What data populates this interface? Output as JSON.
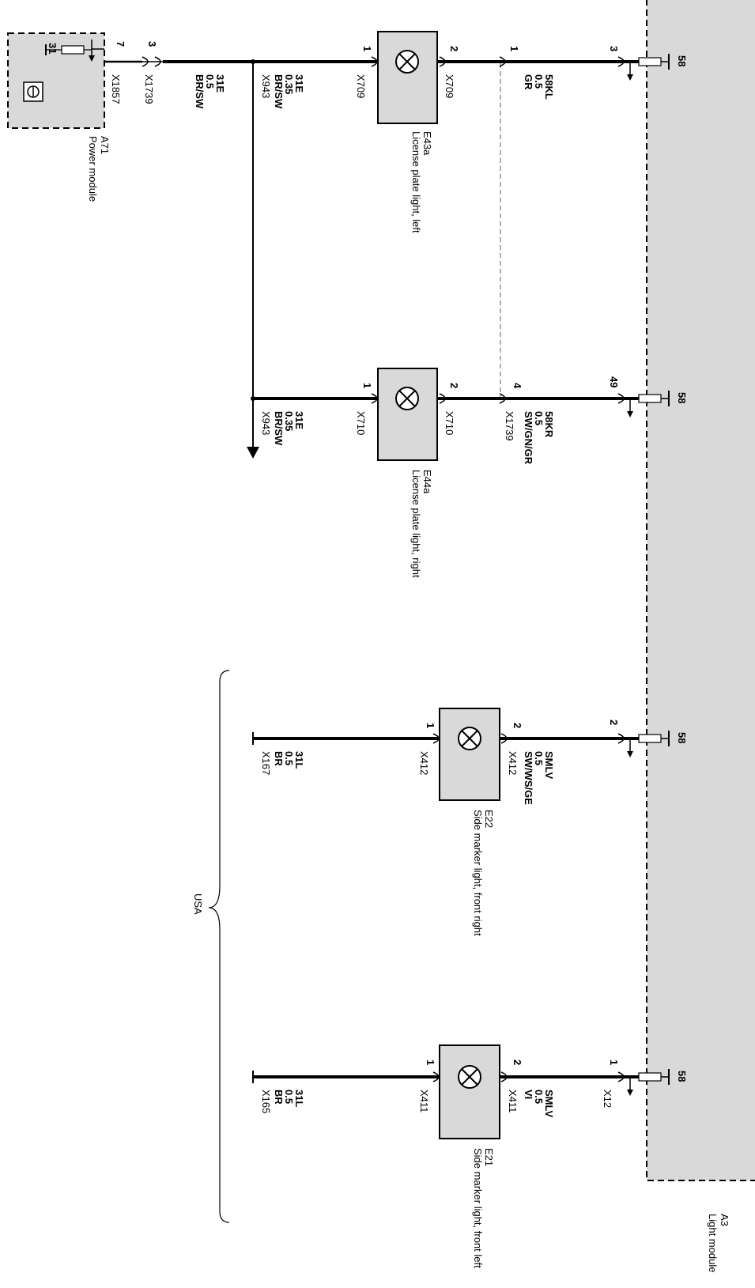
{
  "modules": {
    "light_module": {
      "id": "A3",
      "name": "Light module",
      "terminal": "58"
    },
    "power_module": {
      "id": "A71",
      "name": "Power module",
      "terminal": "31"
    }
  },
  "lights": [
    {
      "id": "E43a",
      "name": "License plate light, left",
      "pin_in": "2",
      "pin_out": "1",
      "conn_in": "X709",
      "conn_out": "X709",
      "a3_pin": "3",
      "a3_conn": "",
      "wire_58": [
        "58KL",
        "0.5",
        "GR"
      ],
      "mid_pin": "1",
      "mid_conn": "",
      "wire_31": [
        "31E",
        "0.35",
        "BR/SW"
      ],
      "ground_conn": "X943"
    },
    {
      "id": "E44a",
      "name": "License plate light, right",
      "pin_in": "2",
      "pin_out": "1",
      "conn_in": "X710",
      "conn_out": "X710",
      "a3_pin": "49",
      "a3_conn": "",
      "wire_58": [
        "58KR",
        "0.5",
        "SW/GN/GR"
      ],
      "mid_pin": "4",
      "mid_conn": "X1739",
      "wire_31": [
        "31E",
        "0.35",
        "BR/SW"
      ],
      "ground_conn": "X943"
    },
    {
      "id": "E22",
      "name": "Side marker light, front right",
      "pin_in": "2",
      "pin_out": "1",
      "conn_in": "X412",
      "conn_out": "X412",
      "a3_pin": "2",
      "a3_conn": "",
      "wire_58": [
        "SMLV",
        "0.5",
        "SW/WS/GE"
      ],
      "wire_31": [
        "31L",
        "0.5",
        "BR"
      ],
      "ground_conn": "X167"
    },
    {
      "id": "E21",
      "name": "Side marker light, front left",
      "pin_in": "2",
      "pin_out": "1",
      "conn_in": "X411",
      "conn_out": "X411",
      "a3_pin": "1",
      "a3_conn": "X12",
      "wire_58": [
        "SMLV",
        "0.5",
        "VI"
      ],
      "wire_31": [
        "31L",
        "0.5",
        "BR"
      ],
      "ground_conn": "X165"
    }
  ],
  "power_path": {
    "a71_pin": "7",
    "a71_conn": "X1857",
    "inline_pin": "3",
    "inline_conn": "X1739",
    "wire": [
      "31E",
      "0.5",
      "BR/SW"
    ]
  },
  "bracket_label": "USA"
}
